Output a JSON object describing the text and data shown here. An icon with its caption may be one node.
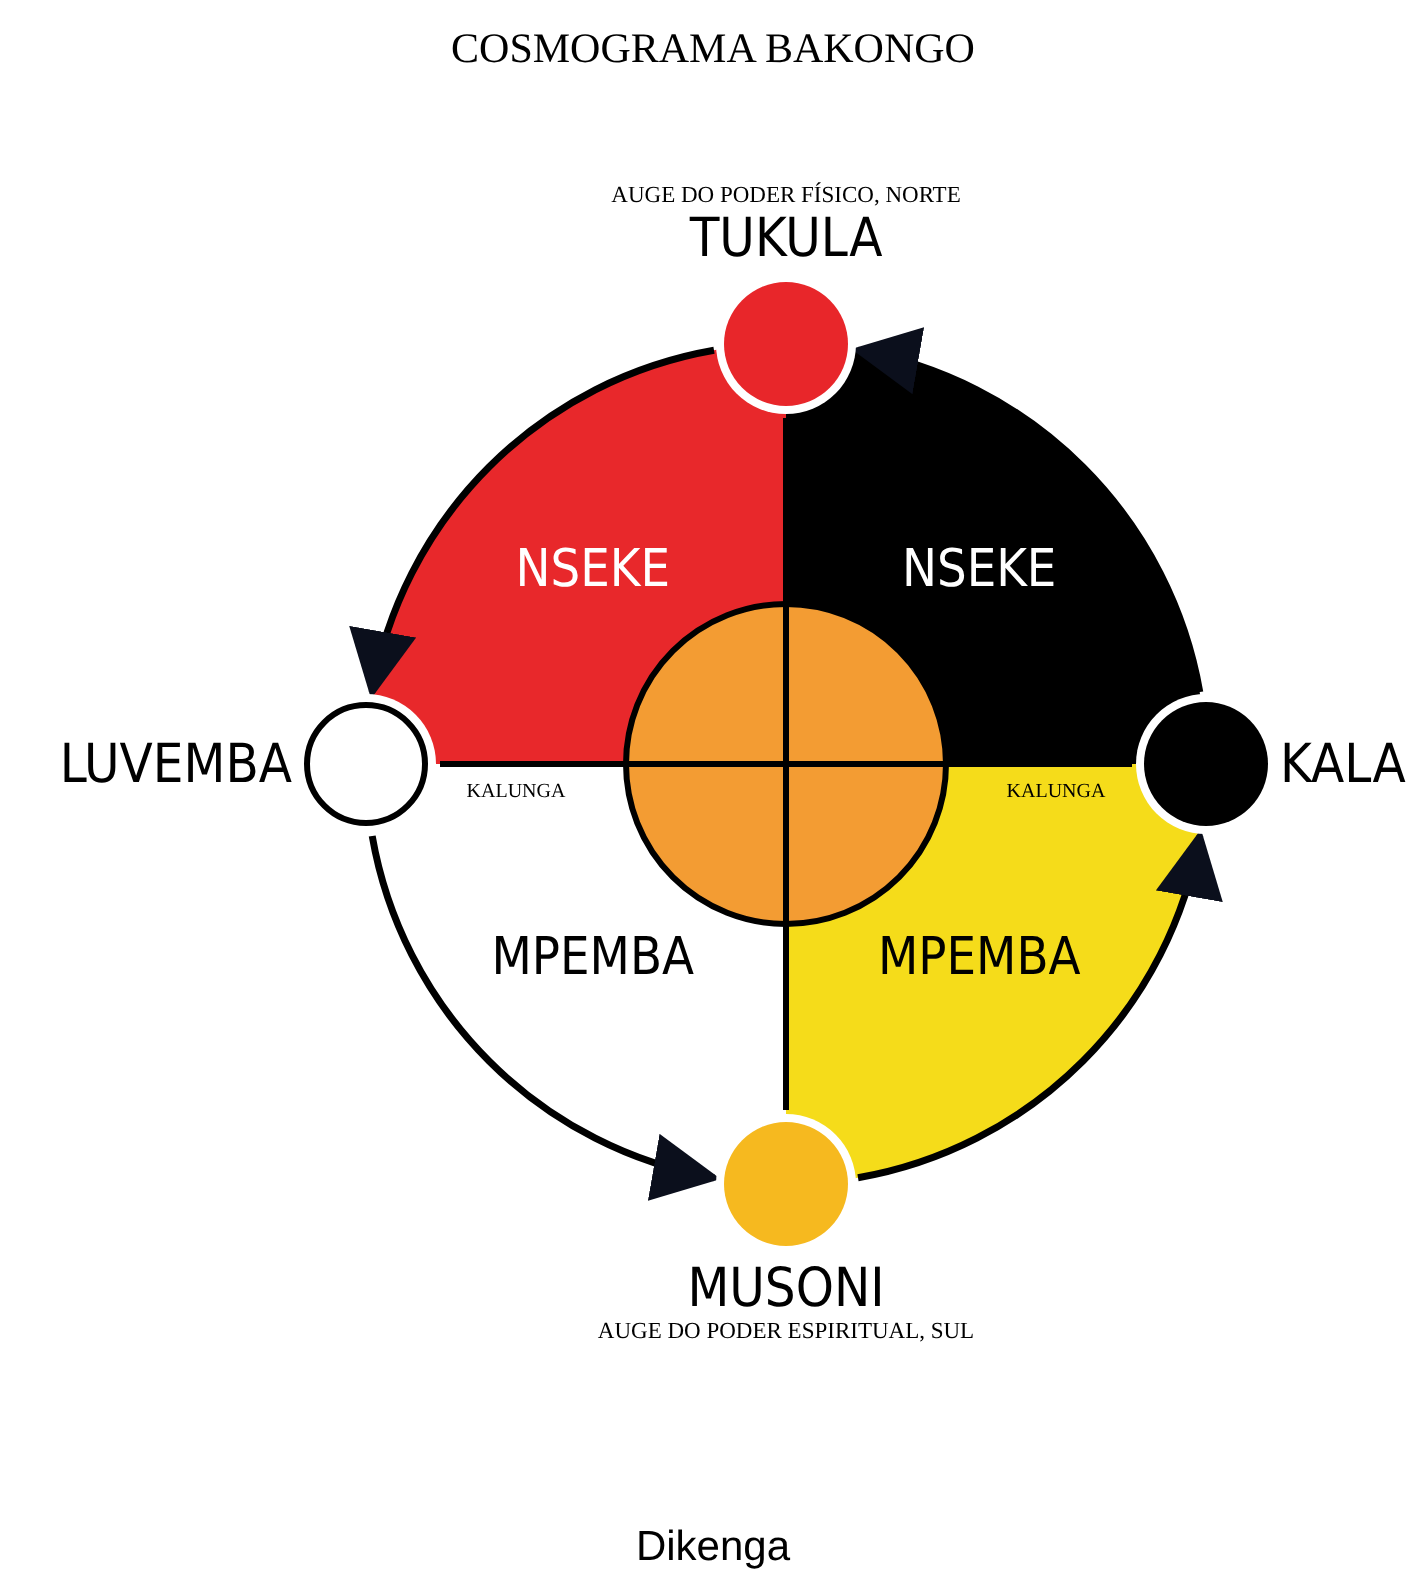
{
  "diagram": {
    "title": "COSMOGRAMA BAKONGO",
    "caption": "Dikenga",
    "nodes": [
      {
        "text": [
          "TUKULA"
        ],
        "beside": [
          "AUGE DO PODER FÍSICO, NORTE"
        ]
      },
      {
        "text": [
          "NSEKE"
        ]
      },
      {
        "text": [
          "NSEKE"
        ]
      },
      {
        "text": [
          "LUVEMBA"
        ]
      },
      {
        "text": [
          "KALA"
        ]
      },
      {
        "text": [
          "MPEMBA"
        ]
      },
      {
        "text": [
          "MPEMBA"
        ]
      },
      {
        "text": [
          "MUSONI"
        ],
        "beside": [
          "AUGE DO PODER ESPIRITUAL, SUL"
        ]
      }
    ],
    "edges": [
      {
        "from": 7,
        "to": 4,
        "arrow": "to"
      },
      {
        "from": 4,
        "to": 0,
        "arrow": "to"
      },
      {
        "from": 0,
        "to": 3,
        "arrow": "to"
      },
      {
        "from": 3,
        "to": 7,
        "arrow": "to"
      }
    ],
    "labels": [
      "KALUNGA",
      "KALUNGA"
    ]
  }
}
